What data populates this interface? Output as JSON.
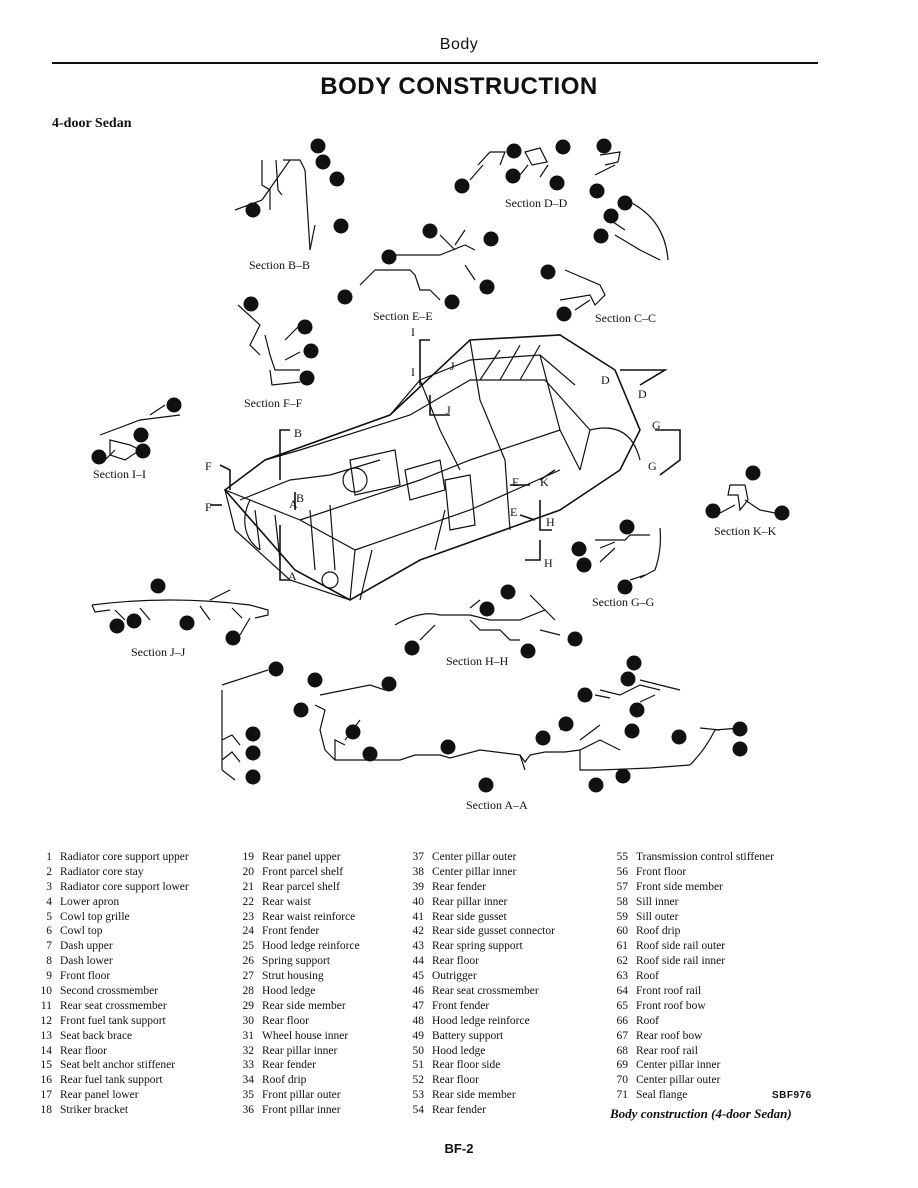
{
  "header": {
    "section": "Body",
    "title": "BODY CONSTRUCTION",
    "subtitle": "4-door Sedan",
    "page_number": "BF-2"
  },
  "figure": {
    "code": "SBF976",
    "caption": "Body construction (4-door Sedan)",
    "section_labels": {
      "bb": "Section B–B",
      "dd": "Section D–D",
      "ee": "Section E–E",
      "cc": "Section C–C",
      "ff": "Section F–F",
      "ii": "Section I–I",
      "kk": "Section K–K",
      "gg": "Section G–G",
      "jj": "Section J–J",
      "hh": "Section H–H",
      "aa": "Section A–A"
    },
    "cut_markers": {
      "a": "A",
      "b": "B",
      "d": "D",
      "e": "E",
      "f": "F",
      "g": "G",
      "h": "H",
      "i": "I",
      "j": "J",
      "k": "K"
    }
  },
  "legend": {
    "columns": [
      [
        {
          "num": "1",
          "name": "Radiator core support upper"
        },
        {
          "num": "2",
          "name": "Radiator core stay"
        },
        {
          "num": "3",
          "name": "Radiator core support lower"
        },
        {
          "num": "4",
          "name": "Lower apron"
        },
        {
          "num": "5",
          "name": "Cowl top grille"
        },
        {
          "num": "6",
          "name": "Cowl top"
        },
        {
          "num": "7",
          "name": "Dash upper"
        },
        {
          "num": "8",
          "name": "Dash lower"
        },
        {
          "num": "9",
          "name": "Front floor"
        },
        {
          "num": "10",
          "name": "Second crossmember"
        },
        {
          "num": "11",
          "name": "Rear seat crossmember"
        },
        {
          "num": "12",
          "name": "Front fuel tank support"
        },
        {
          "num": "13",
          "name": "Seat back brace"
        },
        {
          "num": "14",
          "name": "Rear floor"
        },
        {
          "num": "15",
          "name": "Seat belt anchor stiffener"
        },
        {
          "num": "16",
          "name": "Rear fuel tank support"
        },
        {
          "num": "17",
          "name": "Rear panel lower"
        },
        {
          "num": "18",
          "name": "Striker bracket"
        }
      ],
      [
        {
          "num": "19",
          "name": "Rear panel upper"
        },
        {
          "num": "20",
          "name": "Front parcel shelf"
        },
        {
          "num": "21",
          "name": "Rear parcel shelf"
        },
        {
          "num": "22",
          "name": "Rear waist"
        },
        {
          "num": "23",
          "name": "Rear waist reinforce"
        },
        {
          "num": "24",
          "name": "Front fender"
        },
        {
          "num": "25",
          "name": "Hood ledge reinforce"
        },
        {
          "num": "26",
          "name": "Spring support"
        },
        {
          "num": "27",
          "name": "Strut housing"
        },
        {
          "num": "28",
          "name": "Hood ledge"
        },
        {
          "num": "29",
          "name": "Rear side member"
        },
        {
          "num": "30",
          "name": "Rear floor"
        },
        {
          "num": "31",
          "name": "Wheel house inner"
        },
        {
          "num": "32",
          "name": "Rear pillar inner"
        },
        {
          "num": "33",
          "name": "Rear fender"
        },
        {
          "num": "34",
          "name": "Roof drip"
        },
        {
          "num": "35",
          "name": "Front pillar outer"
        },
        {
          "num": "36",
          "name": "Front pillar inner"
        }
      ],
      [
        {
          "num": "37",
          "name": "Center pillar outer"
        },
        {
          "num": "38",
          "name": "Center pillar inner"
        },
        {
          "num": "39",
          "name": "Rear fender"
        },
        {
          "num": "40",
          "name": "Rear pillar inner"
        },
        {
          "num": "41",
          "name": "Rear side gusset"
        },
        {
          "num": "42",
          "name": "Rear side gusset connector"
        },
        {
          "num": "43",
          "name": "Rear spring support"
        },
        {
          "num": "44",
          "name": "Rear floor"
        },
        {
          "num": "45",
          "name": "Outrigger"
        },
        {
          "num": "46",
          "name": "Rear seat crossmember"
        },
        {
          "num": "47",
          "name": "Front fender"
        },
        {
          "num": "48",
          "name": "Hood ledge reinforce"
        },
        {
          "num": "49",
          "name": "Battery support"
        },
        {
          "num": "50",
          "name": "Hood ledge"
        },
        {
          "num": "51",
          "name": "Rear floor side"
        },
        {
          "num": "52",
          "name": "Rear floor"
        },
        {
          "num": "53",
          "name": "Rear side member"
        },
        {
          "num": "54",
          "name": "Rear fender"
        }
      ],
      [
        {
          "num": "55",
          "name": "Transmission control stiffener"
        },
        {
          "num": "56",
          "name": "Front floor"
        },
        {
          "num": "57",
          "name": "Front side member"
        },
        {
          "num": "58",
          "name": "Sill inner"
        },
        {
          "num": "59",
          "name": "Sill outer"
        },
        {
          "num": "60",
          "name": "Roof drip"
        },
        {
          "num": "61",
          "name": "Roof side rail outer"
        },
        {
          "num": "62",
          "name": "Roof side rail inner"
        },
        {
          "num": "63",
          "name": "Roof"
        },
        {
          "num": "64",
          "name": "Front roof rail"
        },
        {
          "num": "65",
          "name": "Front roof bow"
        },
        {
          "num": "66",
          "name": "Roof"
        },
        {
          "num": "67",
          "name": "Rear roof bow"
        },
        {
          "num": "68",
          "name": "Rear roof rail"
        },
        {
          "num": "69",
          "name": "Center pillar inner"
        },
        {
          "num": "70",
          "name": "Center pillar outer"
        },
        {
          "num": "71",
          "name": "Seal flange"
        }
      ]
    ]
  }
}
